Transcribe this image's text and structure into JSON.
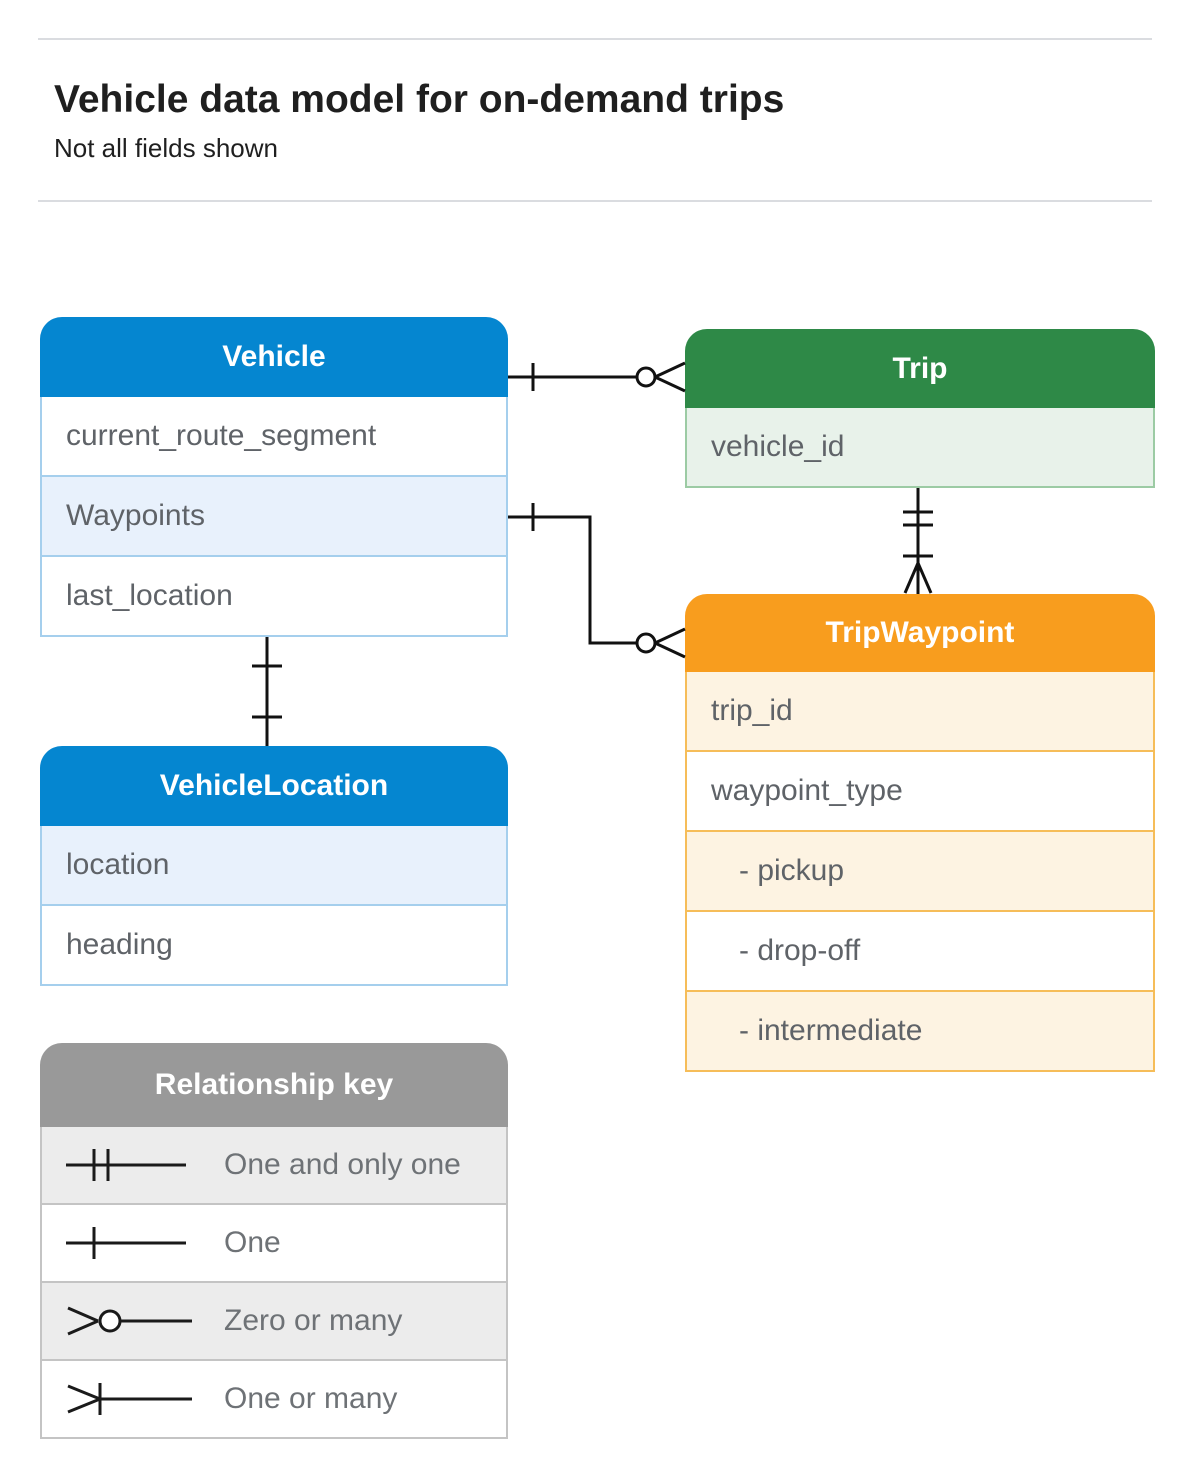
{
  "header": {
    "title": "Vehicle data model for on-demand trips",
    "subtitle": "Not all fields shown"
  },
  "entities": {
    "vehicle": {
      "title": "Vehicle",
      "fields": [
        "current_route_segment",
        "Waypoints",
        "last_location"
      ]
    },
    "trip": {
      "title": "Trip",
      "fields": [
        "vehicle_id"
      ]
    },
    "tripWaypoint": {
      "title": "TripWaypoint",
      "fields": [
        "trip_id",
        "waypoint_type",
        "- pickup",
        "- drop-off",
        "- intermediate"
      ]
    },
    "vehicleLocation": {
      "title": "VehicleLocation",
      "fields": [
        "location",
        "heading"
      ]
    }
  },
  "legend": {
    "title": "Relationship key",
    "items": [
      "One and only one",
      "One",
      "Zero or many",
      "One or many"
    ]
  },
  "relationships": [
    {
      "from": "Vehicle",
      "to": "Trip",
      "from_end": "one",
      "to_end": "zero-or-many"
    },
    {
      "from": "Vehicle.Waypoints",
      "to": "TripWaypoint",
      "from_end": "one",
      "to_end": "zero-or-many"
    },
    {
      "from": "Trip",
      "to": "TripWaypoint",
      "from_end": "one-and-only-one",
      "to_end": "one-or-many"
    },
    {
      "from": "Vehicle",
      "to": "VehicleLocation",
      "from_end": "one",
      "to_end": "one"
    }
  ],
  "colors": {
    "blue": "#0586d0",
    "green": "#2e8947",
    "orange": "#f89d1e",
    "gray": "#999999",
    "field_text": "#5f6368",
    "connector": "#111111"
  }
}
